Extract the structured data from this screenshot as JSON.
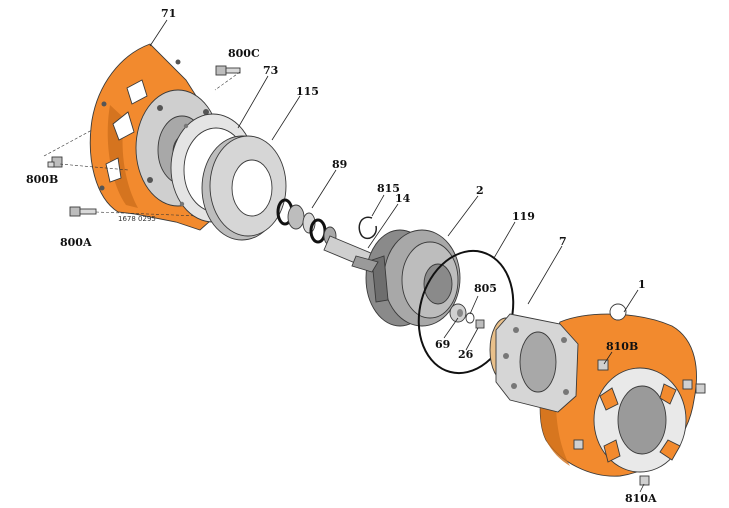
{
  "labels": {
    "p71": "71",
    "p800c": "800C",
    "p73": "73",
    "p115": "115",
    "p89": "89",
    "p815": "815",
    "p14": "14",
    "p2": "2",
    "p119": "119",
    "p7": "7",
    "p1": "1",
    "p805": "805",
    "p69": "69",
    "p26": "26",
    "p810b": "810B",
    "p810a": "810A",
    "p800b": "800B",
    "p800a": "800A"
  },
  "drawing_number": "1678 0295",
  "colors": {
    "casing_orange": "#f28a2e",
    "casing_orange_dark": "#d0701c",
    "metal_light": "#d9d9d9",
    "metal_mid": "#a8a8a8",
    "metal_dark": "#6e6e6e",
    "gasket_tan": "#e9c08a",
    "oring_black": "#111111"
  }
}
